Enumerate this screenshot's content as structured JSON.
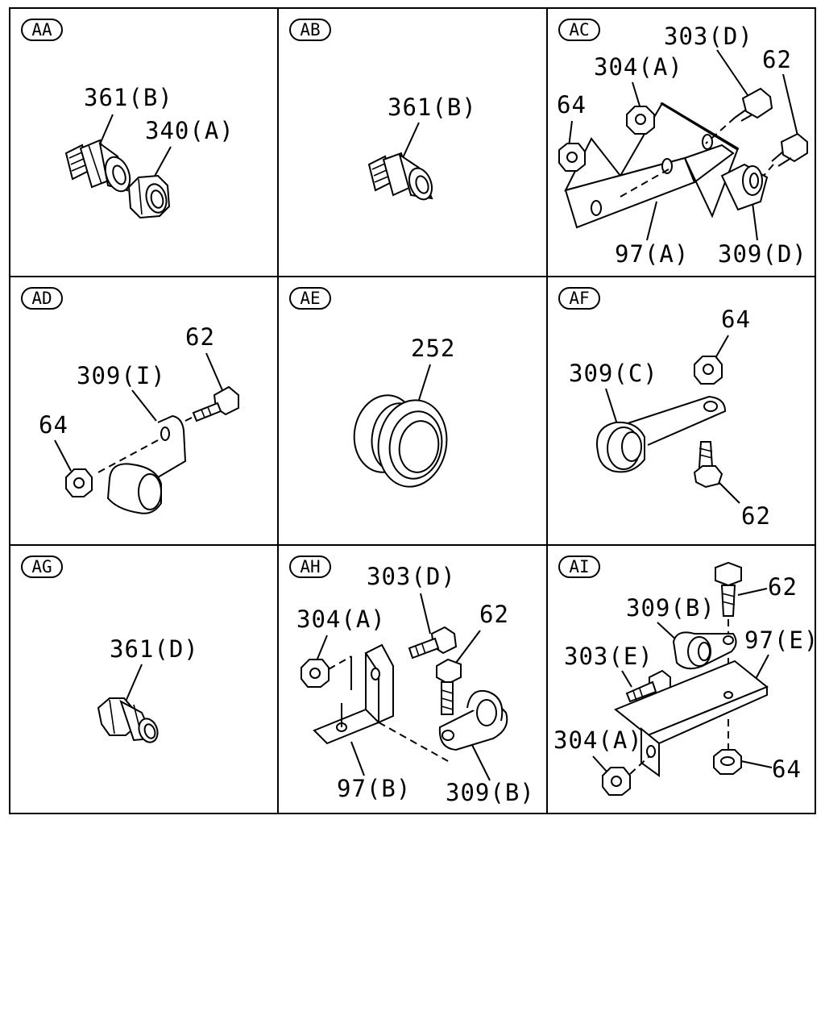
{
  "panels": [
    {
      "id": "AA",
      "labels": [
        "361(B)",
        "340(A)"
      ]
    },
    {
      "id": "AB",
      "labels": [
        "361(B)"
      ]
    },
    {
      "id": "AC",
      "labels": [
        "303(D)",
        "304(A)",
        "62",
        "64",
        "97(A)",
        "309(D)"
      ]
    },
    {
      "id": "AD",
      "labels": [
        "62",
        "309(I)",
        "64"
      ]
    },
    {
      "id": "AE",
      "labels": [
        "252"
      ]
    },
    {
      "id": "AF",
      "labels": [
        "64",
        "309(C)",
        "62"
      ]
    },
    {
      "id": "AG",
      "labels": [
        "361(D)"
      ]
    },
    {
      "id": "AH",
      "labels": [
        "303(D)",
        "304(A)",
        "62",
        "97(B)",
        "309(B)"
      ]
    },
    {
      "id": "AI",
      "labels": [
        "62",
        "309(B)",
        "97(E)",
        "303(E)",
        "304(A)",
        "64"
      ]
    }
  ]
}
